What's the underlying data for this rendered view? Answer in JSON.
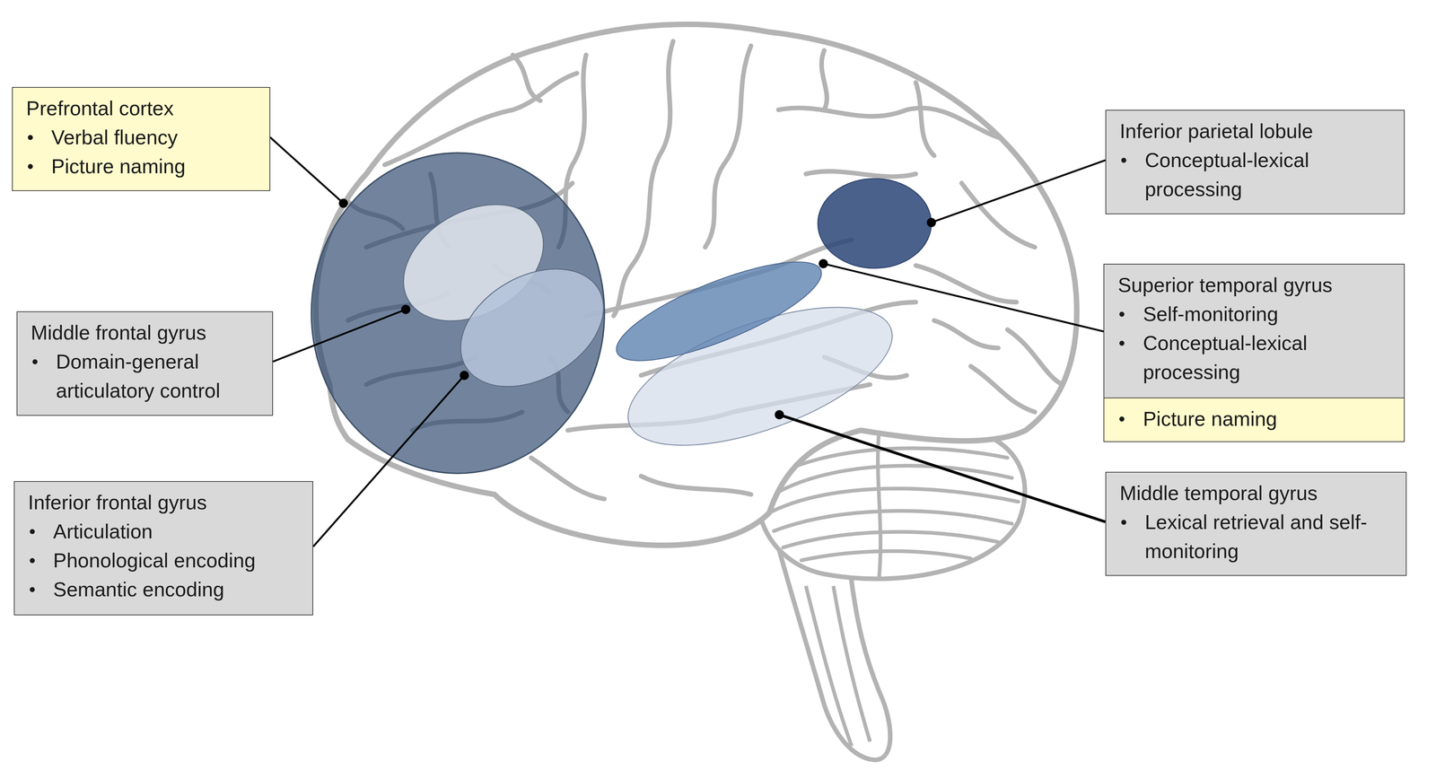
{
  "diagram": {
    "nodes": [
      {
        "text": [
          "Prefrontal cortex",
          "Verbal fluency",
          "Picture naming"
        ]
      },
      {
        "text": [
          "Middle frontal gyrus",
          "Domain-general articulatory control"
        ]
      },
      {
        "text": [
          "Inferior frontal gyrus",
          "Articulation",
          "Phonological encoding",
          "Semantic encoding"
        ]
      },
      {
        "text": [
          "Inferior parietal lobule",
          "Conceptual-lexical processing"
        ]
      },
      {
        "text": [
          "Superior temporal gyrus",
          "Self-monitoring",
          "Conceptual-lexical processing"
        ]
      },
      {
        "text": [
          "Picture naming"
        ],
        "in": 4
      },
      {
        "text": [
          "Middle temporal gyrus",
          "Lexical retrieval and self-monitoring"
        ]
      }
    ]
  }
}
